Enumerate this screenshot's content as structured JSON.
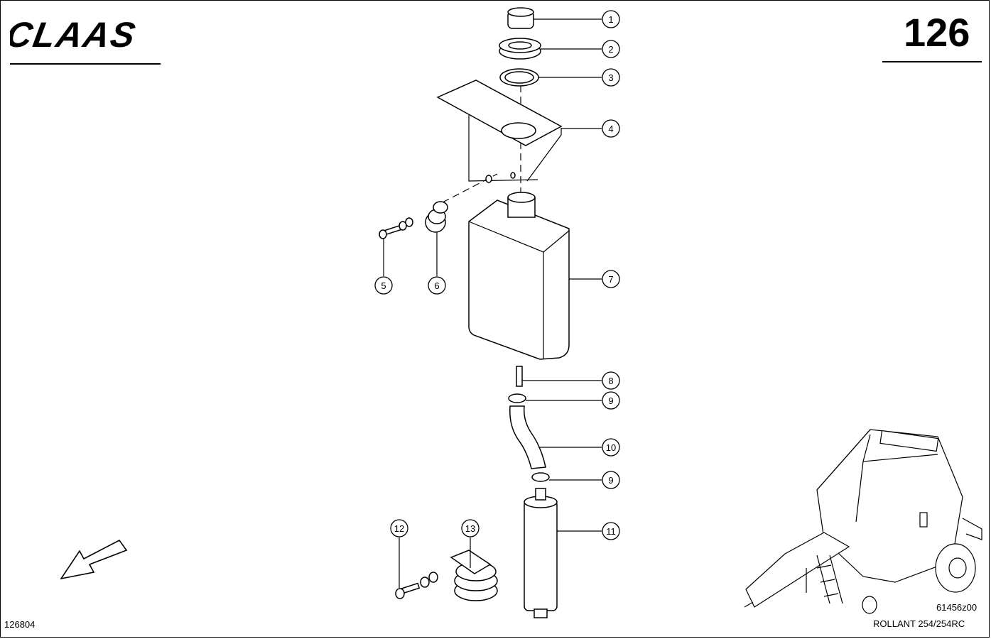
{
  "header": {
    "logo_text": "CLAAS",
    "page_number": "126"
  },
  "footer": {
    "doc_code": "126804",
    "drawing_code": "61456z00",
    "model": "ROLLANT 254/254RC"
  },
  "callouts": [
    "1",
    "2",
    "3",
    "4",
    "5",
    "6",
    "7",
    "8",
    "9",
    "10",
    "9",
    "11",
    "12",
    "13"
  ],
  "icons": {
    "direction_arrow": "arrow-down-left-icon",
    "machine_thumbnail": "round-baler-thumbnail"
  }
}
